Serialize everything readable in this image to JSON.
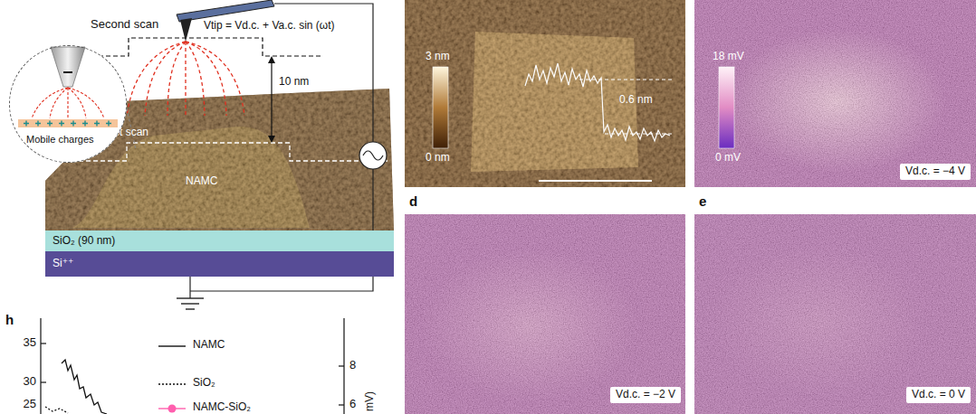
{
  "diagram": {
    "nodes": [
      {
        "text": [
          "Mobile charges"
        ]
      },
      {
        "text": [
          "SiO₂ (90 nm)"
        ]
      },
      {
        "text": [
          "Si⁺⁺"
        ]
      },
      {
        "text": [
          "Vd.c. = −4 V"
        ]
      },
      {
        "text": [
          "Vd.c. = −2 V"
        ]
      },
      {
        "text": [
          "Vd.c. = 0 V"
        ]
      }
    ],
    "labels": [
      "Second scan",
      "Vtip = Vd.c. + Va.c. sin (ωt)",
      "10 nm",
      "First scan",
      "NAMC",
      "3 nm",
      "0 nm",
      "0.6 nm",
      "18 mV",
      "0 mV",
      "d",
      "e",
      "h",
      "35",
      "30",
      "25",
      "8",
      "6",
      "mV)"
    ],
    "legend": [
      {
        "text": "NAMC"
      },
      {
        "text": "SiO₂"
      },
      {
        "text": "NAMC-SiO₂"
      }
    ]
  }
}
